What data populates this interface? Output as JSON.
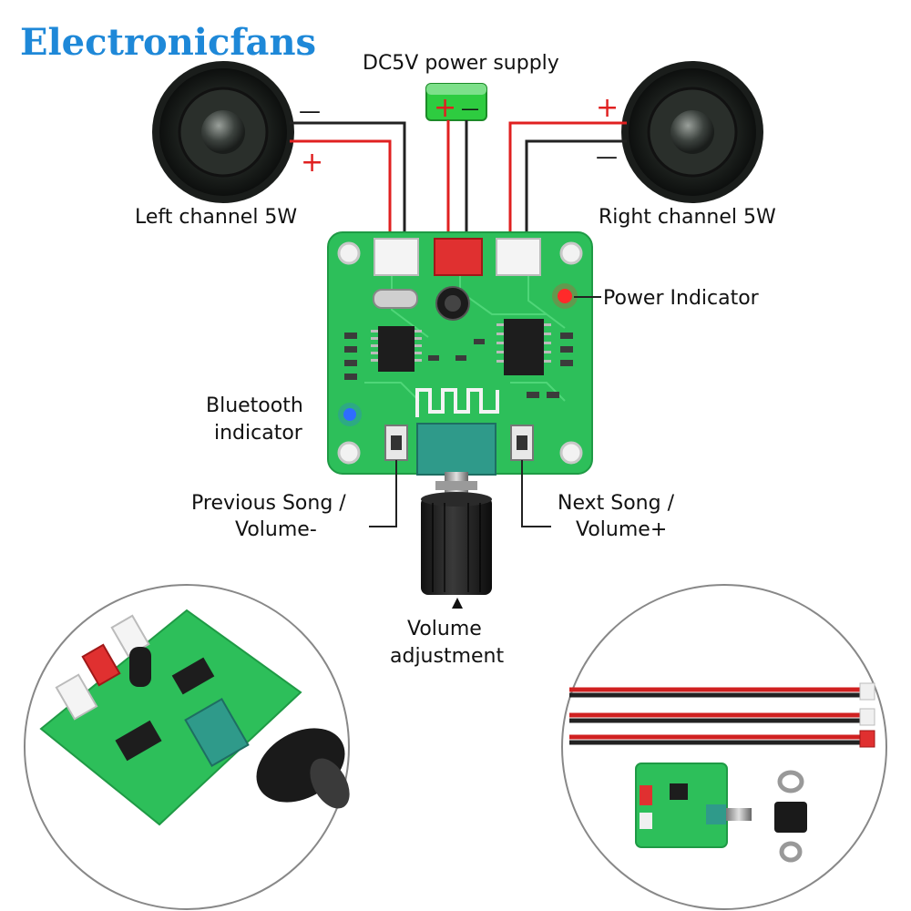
{
  "brand": {
    "name": "Electronicfans"
  },
  "labels": {
    "power_supply": "DC5V power supply",
    "left_channel": "Left channel 5W",
    "right_channel": "Right channel 5W",
    "power_indicator": "Power Indicator",
    "bluetooth_line1": "Bluetooth",
    "bluetooth_line2": "indicator",
    "prev_line1": "Previous Song /",
    "prev_line2": "Volume-",
    "next_line1": "Next Song /",
    "next_line2": "Volume+",
    "volume_line1": "Volume",
    "volume_line2": "adjustment"
  },
  "signs": {
    "left_minus": "—",
    "left_plus": "+",
    "right_plus": "+",
    "right_minus": "—",
    "psu_plus": "+",
    "psu_minus": "—"
  },
  "colors": {
    "pcb": "#2dbf5a",
    "wire_red": "#e02020",
    "wire_black": "#222222",
    "psu_green": "#2ecc40",
    "power_led": "#ff2a2a",
    "bt_led": "#2f6dff",
    "brand": "#1e88d8"
  }
}
